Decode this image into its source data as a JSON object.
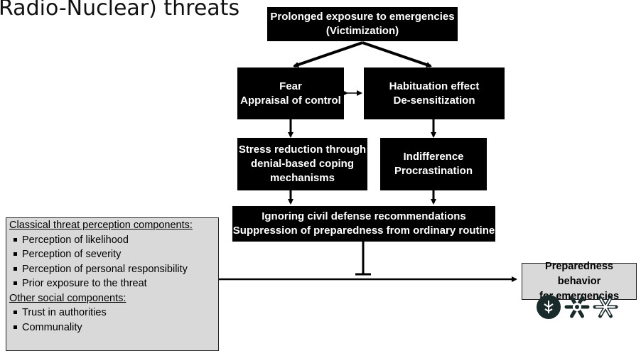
{
  "title": "Radio-Nuclear) threats",
  "boxes": {
    "top": [
      "Prolonged exposure to emergencies",
      "(Victimization)"
    ],
    "fear": [
      "Fear",
      "Appraisal of control"
    ],
    "habituation": [
      "Habituation effect",
      "De-sensitization"
    ],
    "stress": [
      "Stress reduction through",
      "denial-based coping",
      "mechanisms"
    ],
    "indifference": [
      "Indifference",
      "Procrastination"
    ],
    "ignoring": [
      "Ignoring civil defense recommendations",
      "Suppression of preparedness from ordinary routine"
    ]
  },
  "left_panel": {
    "classical_header": "Classical threat perception components:",
    "classical_items": [
      "Perception of likelihood",
      "Perception of severity",
      "Perception of personal responsibility",
      "Prior exposure to the threat"
    ],
    "social_header": "Other social components:",
    "social_items": [
      "Trust in authorities",
      "Communality"
    ]
  },
  "outcome": [
    "Preparedness behavior",
    "for emergencies"
  ]
}
